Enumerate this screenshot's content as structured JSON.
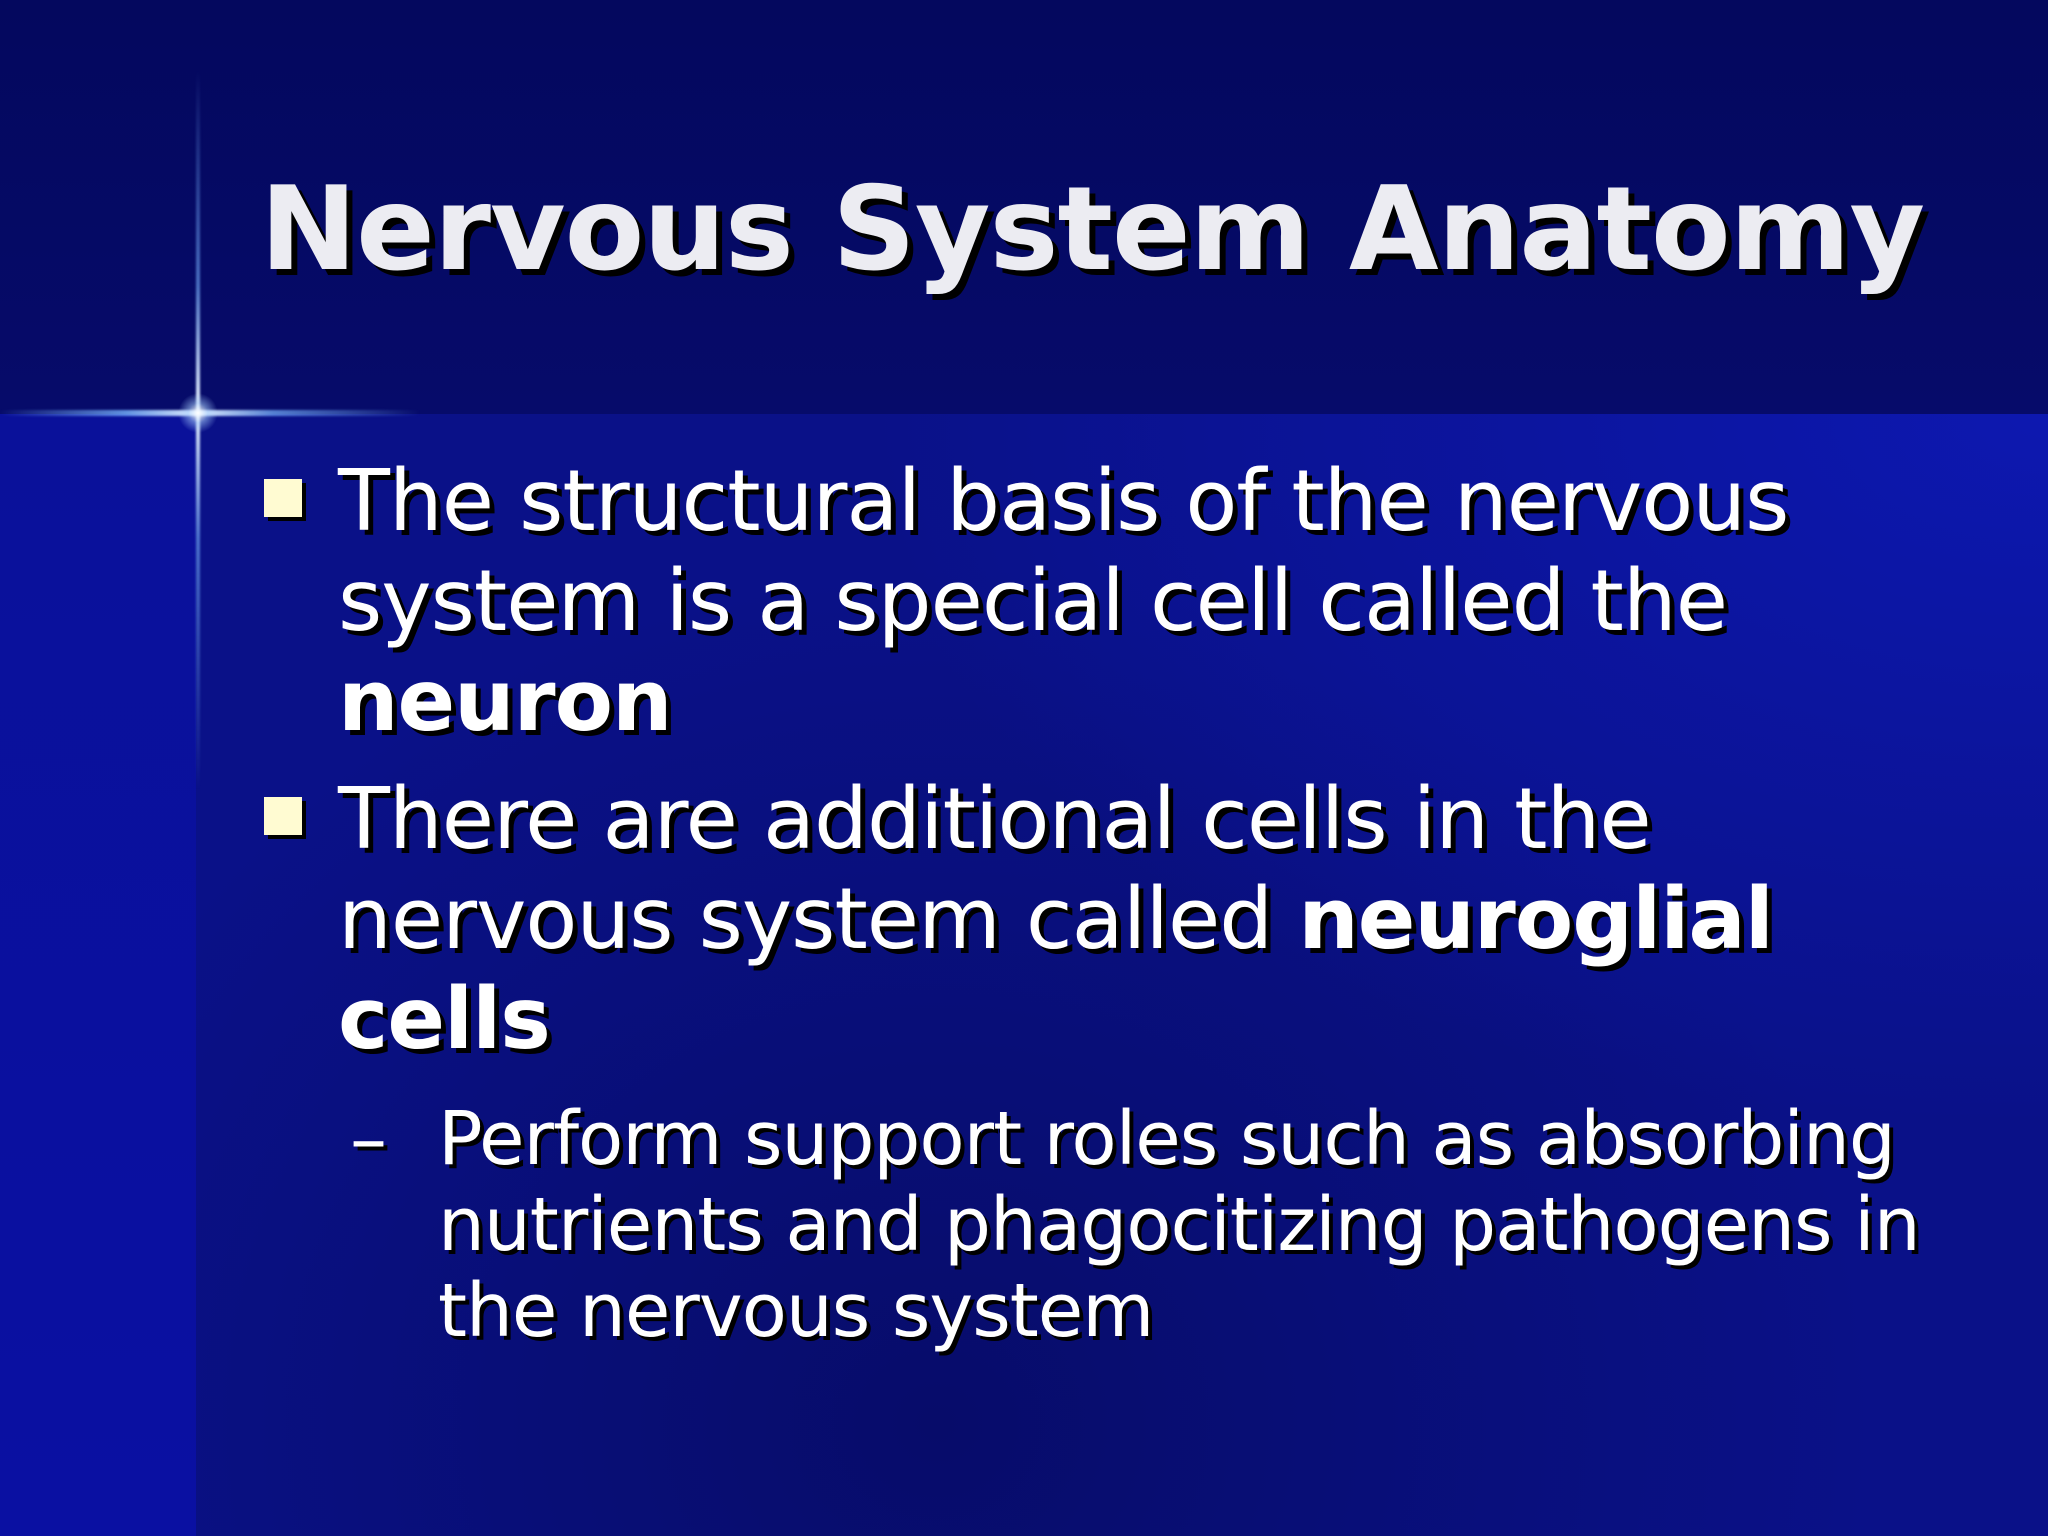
{
  "slide": {
    "title": "Nervous System Anatomy",
    "bullets": [
      {
        "line1": "The structural basis of the nervous",
        "line2": "system is a special cell called the",
        "line3_bold": "neuron"
      },
      {
        "line1": "There are additional cells in the",
        "line2_plain": "nervous system called ",
        "line2_bold": "neuroglial",
        "line3_bold": "cells",
        "sub_bullets": [
          {
            "dash": "–",
            "line1": "Perform support roles such as absorbing",
            "line2": "nutrients and phagocitizing pathogens in",
            "line3": "the nervous system"
          }
        ]
      }
    ]
  },
  "colors": {
    "background": "#0a1188",
    "title_band": "#05096a",
    "title_text": "#ececf2",
    "bullet_marker": "#fffbd2",
    "text": "#ffffff"
  }
}
